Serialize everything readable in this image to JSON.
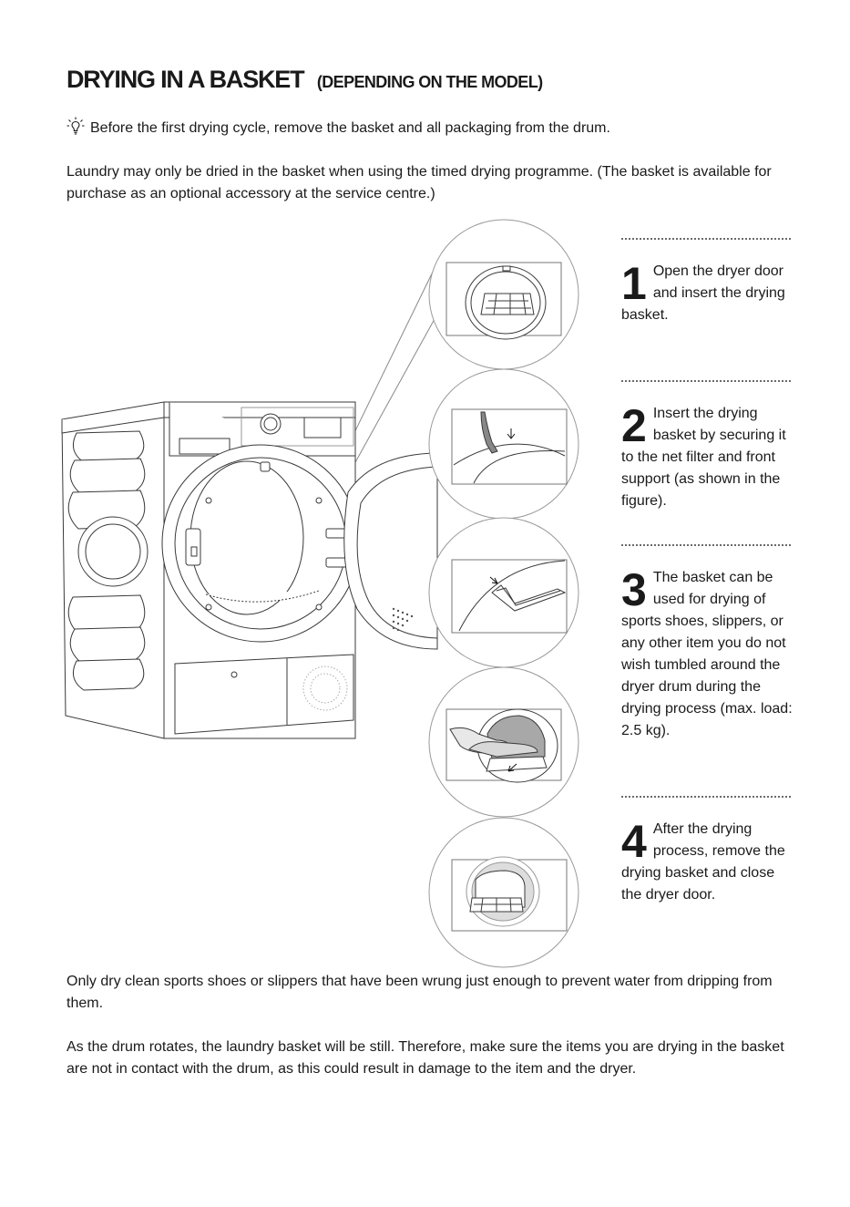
{
  "header": {
    "title": "DRYING IN A BASKET",
    "subtitle": "(DEPENDING ON THE MODEL)"
  },
  "tip": {
    "icon": "lightbulb-icon",
    "text": "Before the first drying cycle, remove the basket and all packaging from the drum."
  },
  "intro": "Laundry may only be dried in the basket when using the timed drying programme. (The basket is available for purchase as an optional accessory at the service centre.)",
  "steps": [
    {
      "number": "1",
      "text": "Open the dryer door and insert the drying basket."
    },
    {
      "number": "2",
      "text": "Insert the drying basket by securing it to the net filter and front support (as shown in the figure)."
    },
    {
      "number": "3",
      "text": "The basket can be used for drying of sports shoes, slippers, or any other item you do not wish tumbled around the dryer drum during the drying process (max. load: 2.5 kg)."
    },
    {
      "number": "4",
      "text": "After the drying process, remove the drying basket and close the dryer door."
    }
  ],
  "notes": [
    "Only dry clean sports shoes or slippers that have been wrung just enough to prevent water from dripping from them.",
    "As the drum rotates, the laundry basket will be still. Therefore, make sure the items you are drying in the basket are not in contact with the drum, as this could result in damage to the item and the dryer."
  ]
}
